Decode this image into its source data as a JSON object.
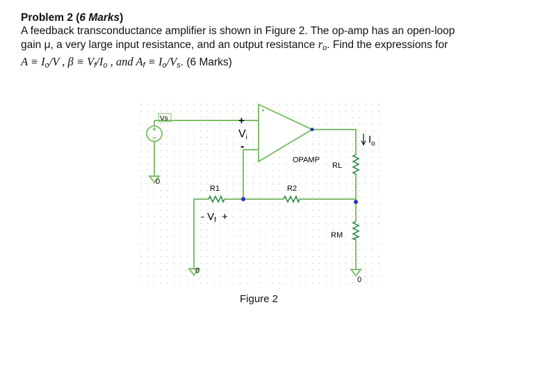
{
  "problem": {
    "title_lead": "Problem 2 (",
    "title_marks": "6 Marks",
    "title_close": ")",
    "line1": "A feedback transconductance amplifier is shown in Figure 2. The op-amp has an open-loop",
    "line2_a": "gain μ, a very large input resistance, and an output resistance ",
    "r": "r",
    "o": "o",
    "line2_b": ". Find the expressions for",
    "expr_a": "A ≡ I",
    "expr_b": "/V , β ≡ V",
    "expr_f": "f",
    "expr_c": "/I",
    "expr_d": " , and A",
    "expr_e": " ≡ I",
    "expr_g": "/V",
    "expr_s": "s",
    "expr_end": ". (6 Marks)"
  },
  "figure": {
    "caption": "Figure 2",
    "labels": {
      "vs": "Vs",
      "plus": "+",
      "minus": "-",
      "vi": "V",
      "vi_sub": "i",
      "opamp": "OPAMP",
      "rl": "RL",
      "io": "I",
      "io_sub": "o",
      "r1": "R1",
      "r2": "R2",
      "rm": "RM",
      "vf_minus": "- V",
      "vf_sub": "f",
      "vf_plus": "+",
      "gnd": "0"
    },
    "colors": {
      "wire": "#7fbf6a",
      "resistor": "#2e8b4a",
      "node": "#2233cc",
      "grid": "#c8c8c8"
    }
  }
}
